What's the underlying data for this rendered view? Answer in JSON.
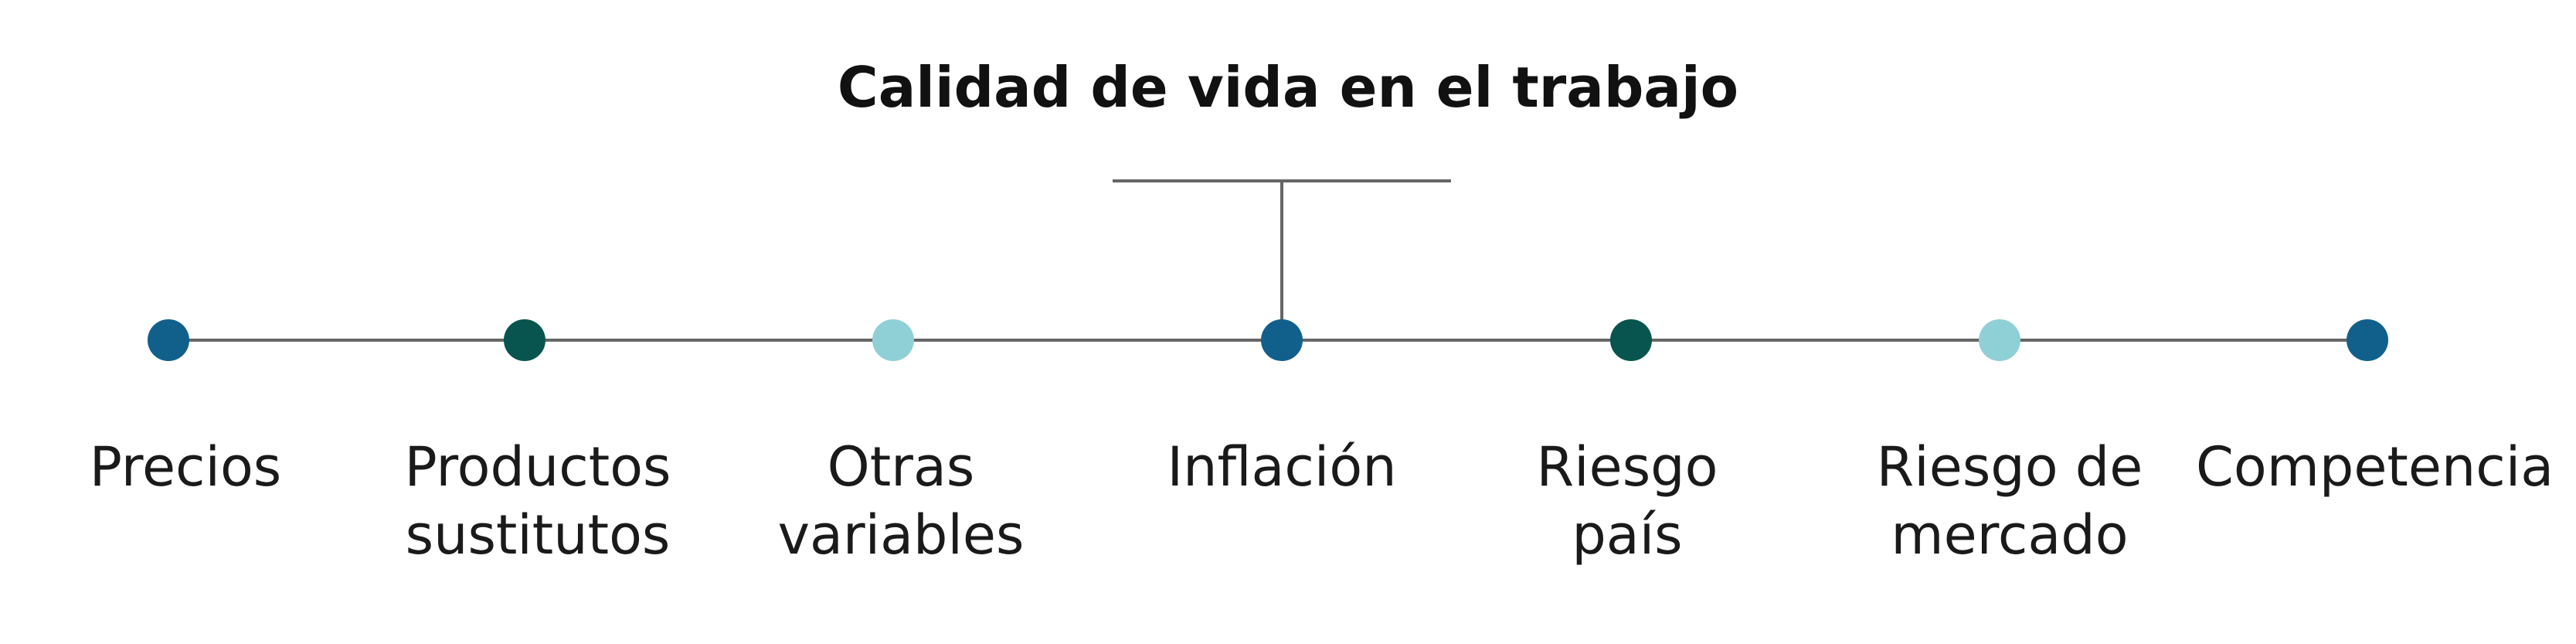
{
  "title": "Calidad de vida en el trabajo",
  "colors": {
    "blue": "#11608C",
    "green": "#07554E",
    "light": "#8FD0D6",
    "line": "#666666"
  },
  "nodes": [
    {
      "label": "Precios",
      "color": "blue"
    },
    {
      "label": "Productos\nsustitutos",
      "color": "green"
    },
    {
      "label": "Otras\nvariables",
      "color": "light"
    },
    {
      "label": "Inflación",
      "color": "blue"
    },
    {
      "label": "Riesgo\npaís",
      "color": "green"
    },
    {
      "label": "Riesgo de\nmercado",
      "color": "light"
    },
    {
      "label": "Competencia",
      "color": "blue"
    }
  ]
}
